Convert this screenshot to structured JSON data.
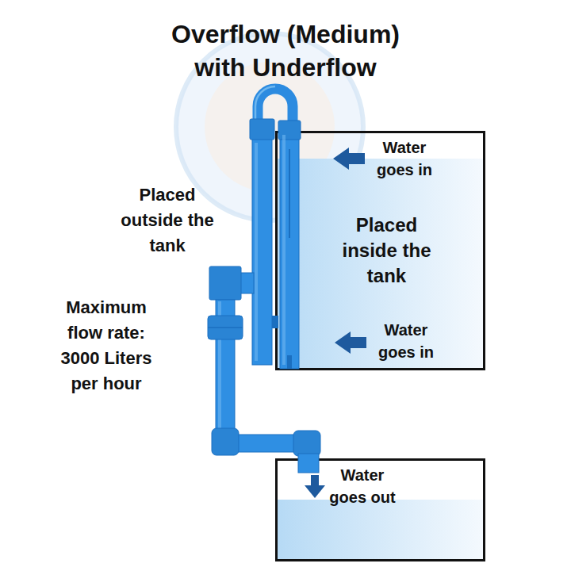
{
  "diagram": {
    "title": "Overflow (Medium) with Underflow",
    "nodes": [
      {
        "text": [
          "Water goes in",
          "Placed inside the tank",
          "Water goes in"
        ]
      },
      {
        "text": [
          "Water goes out"
        ]
      }
    ],
    "labels": [
      "Placed outside the tank",
      "Maximum flow rate: 3000 Liters per hour"
    ]
  }
}
